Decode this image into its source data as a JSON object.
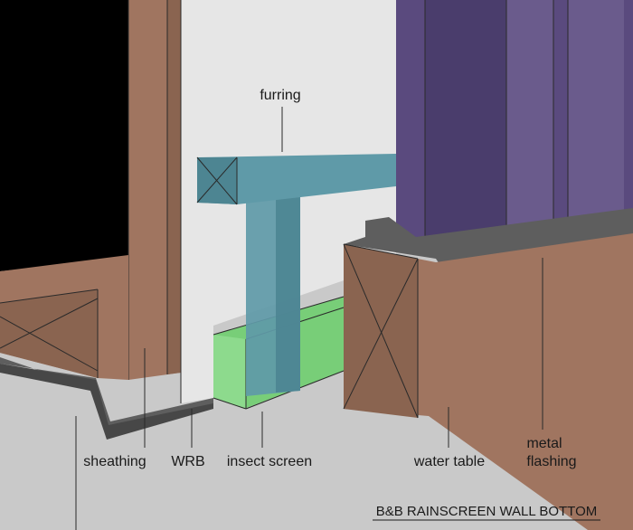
{
  "diagram": {
    "title": "B&B RAINSCREEN WALL BOTTOM",
    "labels": {
      "furring": "furring",
      "sheathing": "sheathing",
      "wrb": "WRB",
      "insect_screen": "insect screen",
      "water_table": "water table",
      "metal_flashing_line1": "metal",
      "metal_flashing_line2": "flashing"
    },
    "colors": {
      "background": "#c9c9c9",
      "void": "#000000",
      "wood": "#a07560",
      "wood_dark": "#8a6450",
      "wrb": "#e6e6e6",
      "furring": "#5f9aa8",
      "furring_dark": "#4d8592",
      "insect_screen": "#6fce6f",
      "flashing": "#5e5e5e",
      "siding": "#5a4a7e",
      "siding_dark": "#4a3d6c"
    }
  }
}
